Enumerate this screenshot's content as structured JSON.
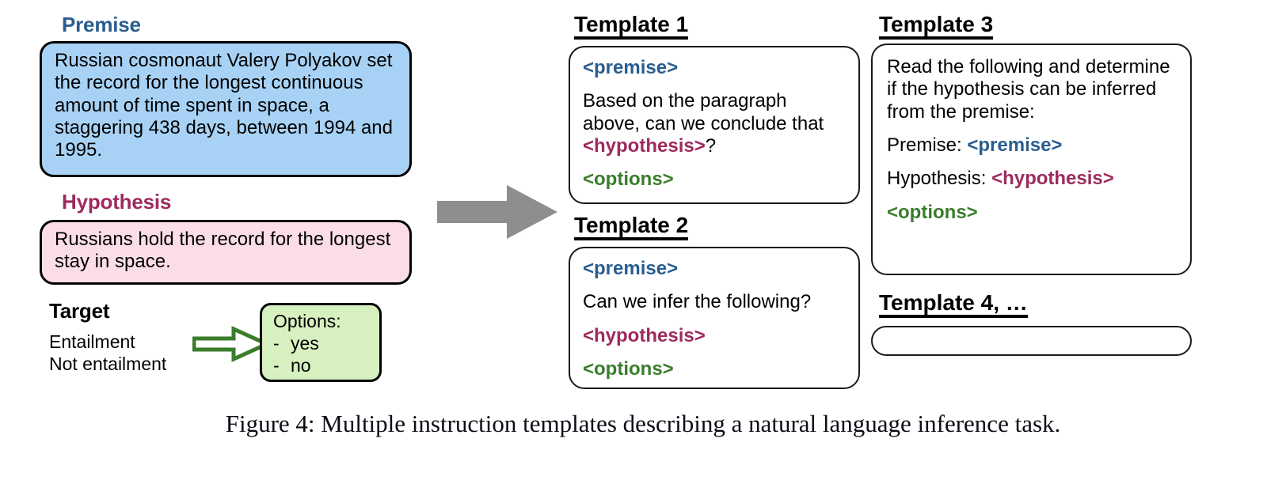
{
  "left_panel": {
    "premise": {
      "header": "Premise",
      "text": "Russian cosmonaut Valery Polyakov set the record for the longest continuous amount of time spent in space, a staggering 438 days, between 1994 and 1995.",
      "fill_color": "#a8d2f5",
      "header_color": "#2a5d8f"
    },
    "hypothesis": {
      "header": "Hypothesis",
      "text": "Russians hold the record for the longest stay in space.",
      "fill_color": "#fbdde8",
      "header_color": "#9e2a5e"
    },
    "target": {
      "header": "Target",
      "labels": [
        "Entailment",
        "Not entailment"
      ]
    },
    "options": {
      "title": "Options:",
      "dash": "-",
      "items": [
        "yes",
        "no"
      ],
      "fill_color": "#d7f0c0"
    },
    "green_arrow_color": "#3a7d2c"
  },
  "flow_arrow": {
    "name": "right-arrow",
    "color": "#8e8e8e"
  },
  "templates": [
    {
      "header": "Template 1",
      "lines": [
        [
          {
            "text": "<premise>",
            "style": "tag-premise"
          }
        ],
        [
          {
            "text": "Based on the paragraph above, can we conclude that ",
            "style": "plain"
          },
          {
            "text": "<hypothesis>",
            "style": "tag-hypothesis"
          },
          {
            "text": "?",
            "style": "plain"
          }
        ],
        [
          {
            "text": "<options>",
            "style": "tag-options"
          }
        ]
      ]
    },
    {
      "header": "Template 2",
      "lines": [
        [
          {
            "text": "<premise>",
            "style": "tag-premise"
          }
        ],
        [
          {
            "text": "Can we infer the following?",
            "style": "plain"
          }
        ],
        [
          {
            "text": "<hypothesis>",
            "style": "tag-hypothesis"
          }
        ],
        [
          {
            "text": "<options>",
            "style": "tag-options"
          }
        ]
      ]
    },
    {
      "header": "Template 3",
      "lines": [
        [
          {
            "text": "Read the following and determine if the hypothesis can be inferred from the premise:",
            "style": "plain"
          }
        ],
        [
          {
            "text": "Premise: ",
            "style": "plain"
          },
          {
            "text": "<premise>",
            "style": "tag-premise"
          }
        ],
        [
          {
            "text": "Hypothesis: ",
            "style": "plain"
          },
          {
            "text": "<hypothesis>",
            "style": "tag-hypothesis"
          }
        ],
        [
          {
            "text": "<options>",
            "style": "tag-options"
          }
        ]
      ]
    },
    {
      "header": "Template 4, …",
      "lines": []
    }
  ],
  "caption": "Figure 4: Multiple instruction templates describing a natural language inference task.",
  "colors": {
    "tag_premise": "#2a5d8f",
    "tag_hypothesis": "#9e2a5e",
    "tag_options": "#3a7d2c",
    "border": "#000000"
  }
}
